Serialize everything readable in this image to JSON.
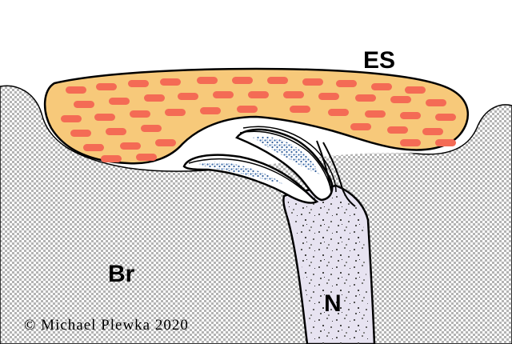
{
  "labels": {
    "es": "ES",
    "br": "Br",
    "n": "N"
  },
  "copyright": "© Michael Plewka 2020",
  "colors": {
    "brain_dots": "#b4b4b4",
    "cap_fill": "#f7c97a",
    "cells": "#f46b55",
    "nerve_fill": "#e7e3f1",
    "blue_granules": "#3a6aa8",
    "outline": "#000000"
  }
}
